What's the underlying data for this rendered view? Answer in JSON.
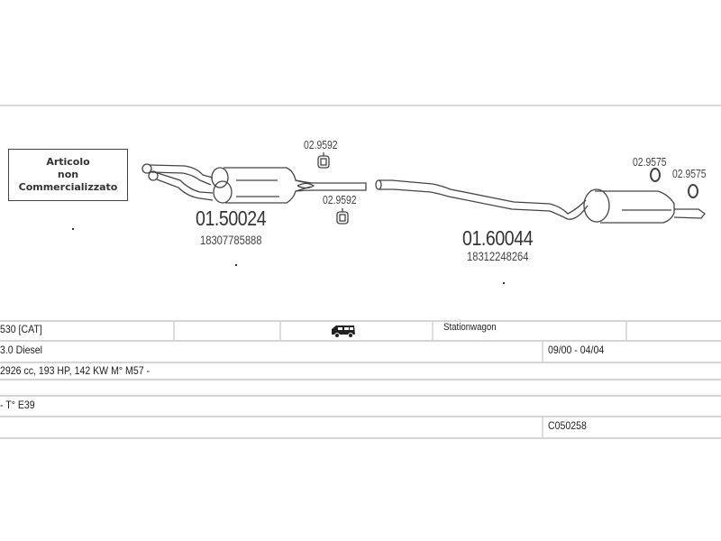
{
  "notice": {
    "line1": "Articolo",
    "line2": "non",
    "line3": "Commercializzato"
  },
  "parts": [
    {
      "part_number": "01.50024",
      "oem_number": "18307785888"
    },
    {
      "part_number": "01.60044",
      "oem_number": "18312248264"
    }
  ],
  "accessories": [
    {
      "code": "02.9592",
      "icon": "clamp-icon"
    },
    {
      "code": "02.9592",
      "icon": "clamp-icon"
    },
    {
      "code": "02.9575",
      "icon": "rubber-ring-icon"
    },
    {
      "code": "02.9575",
      "icon": "rubber-ring-icon"
    }
  ],
  "vehicle": {
    "model": "530  [CAT]",
    "body_icon": "station-wagon-icon",
    "body_type": "Stationwagon",
    "engine": "3.0 Diesel",
    "production_period": "09/00 - 04/04",
    "specs": "2926 cc, 193 HP, 142 KW  M° M57 -",
    "type_code": "- T° E39",
    "catalog_code": "C050258"
  }
}
